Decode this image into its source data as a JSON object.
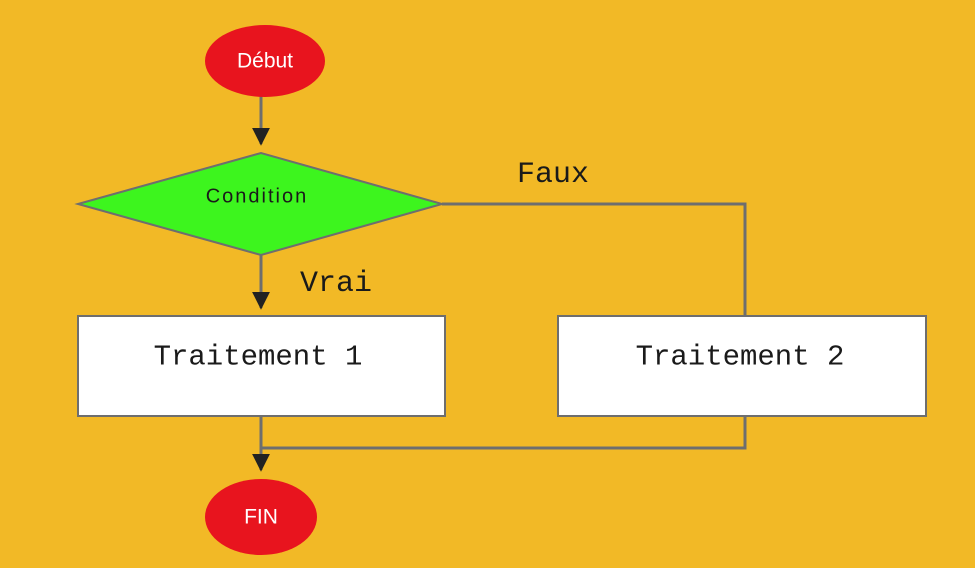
{
  "flowchart": {
    "start_label": "Début",
    "condition_label": "Condition",
    "true_label": "Vrai",
    "false_label": "Faux",
    "process1_label": "Traitement 1",
    "process2_label": "Traitement 2",
    "end_label": "FIN"
  },
  "colors": {
    "background": "#F2B926",
    "terminal_fill": "#E8141E",
    "decision_fill": "#3DF51E",
    "process_fill": "#FFFFFF",
    "connector": "#6E6E6E",
    "text_dark": "#1A1A1A",
    "text_light": "#FFFFFF"
  },
  "icons": {
    "connector_arrow": "arrow-down-icon"
  }
}
